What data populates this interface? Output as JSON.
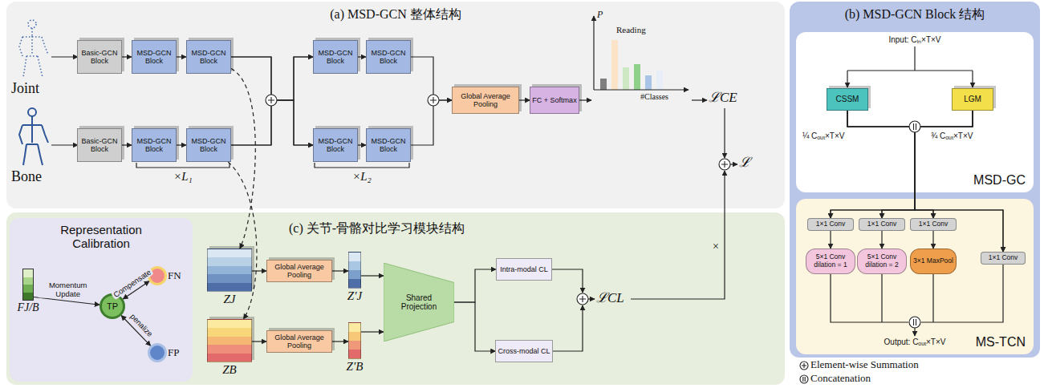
{
  "diagram": {
    "nodes": [
      {
        "text": [
          "(a) MSD-GCN 整体结构"
        ]
      },
      {
        "text": [
          "Basic-GCN Block"
        ],
        "in": 0
      },
      {
        "text": [
          "MSD-GCN Block"
        ],
        "in": 0
      },
      {
        "text": [
          "MSD-GCN Block"
        ],
        "in": 0
      },
      {
        "text": [
          "Basic-GCN Block"
        ],
        "in": 0
      },
      {
        "text": [
          "MSD-GCN Block"
        ],
        "in": 0
      },
      {
        "text": [
          "MSD-GCN Block"
        ],
        "in": 0
      },
      {
        "text": [
          "MSD-GCN Block"
        ],
        "in": 0
      },
      {
        "text": [
          "MSD-GCN Block"
        ],
        "in": 0
      },
      {
        "text": [
          "MSD-GCN Block"
        ],
        "in": 0
      },
      {
        "text": [
          "MSD-GCN Block"
        ],
        "in": 0
      },
      {
        "text": [
          "Global Average Pooling"
        ],
        "in": 0
      },
      {
        "text": [
          "FC + Softmax"
        ],
        "in": 0
      },
      {
        "text": [
          "(c) 关节-骨骼对比学习模块结构"
        ]
      },
      {
        "text": [
          "Representation Calibration"
        ],
        "in": 13
      },
      {
        "text": [
          "FJ/B"
        ],
        "in": 14
      },
      {
        "text": [
          "TP"
        ],
        "in": 14
      },
      {
        "text": [
          "FN"
        ],
        "in": 14
      },
      {
        "text": [
          "FP"
        ],
        "in": 14
      },
      {
        "text": [
          "ZJ"
        ],
        "in": 13
      },
      {
        "text": [
          "Global Average Pooling"
        ],
        "in": 13
      },
      {
        "text": [
          "Z′J"
        ],
        "in": 13
      },
      {
        "text": [
          "ZB"
        ],
        "in": 13
      },
      {
        "text": [
          "Global Average Pooling"
        ],
        "in": 13
      },
      {
        "text": [
          "Z′B"
        ],
        "in": 13
      },
      {
        "text": [
          "Shared Projection"
        ],
        "in": 13
      },
      {
        "text": [
          "Intra-modal CL"
        ],
        "in": 13
      },
      {
        "text": [
          "Cross-modal CL"
        ],
        "in": 13
      },
      {
        "text": [
          "(b) MSD-GCN Block 结构"
        ]
      },
      {
        "text": [
          "MSD-GC"
        ],
        "in": 28
      },
      {
        "text": [
          "CSSM"
        ],
        "in": 29
      },
      {
        "text": [
          "LGM"
        ],
        "in": 29
      },
      {
        "text": [
          "MS-TCN"
        ],
        "in": 28
      },
      {
        "text": [
          "1×1 Conv"
        ],
        "in": 32
      },
      {
        "text": [
          "1×1 Conv"
        ],
        "in": 32
      },
      {
        "text": [
          "1×1 Conv"
        ],
        "in": 32
      },
      {
        "text": [
          "1×1 Conv"
        ],
        "in": 32
      },
      {
        "text": [
          "5×1 Conv dilation = 1"
        ],
        "in": 32
      },
      {
        "text": [
          "5×1 Conv dilation = 2"
        ],
        "in": 32
      },
      {
        "text": [
          "3×1 MaxPool"
        ],
        "in": 32
      }
    ],
    "edges": [
      {
        "from": 1,
        "to": 2,
        "arrow": "to"
      },
      {
        "from": 2,
        "to": 3,
        "arrow": "to"
      },
      {
        "from": 3,
        "to": 7,
        "arrow": "to"
      },
      {
        "from": 3,
        "to": 9,
        "arrow": "to"
      },
      {
        "from": 4,
        "to": 5,
        "arrow": "to"
      },
      {
        "from": 5,
        "to": 6,
        "arrow": "to"
      },
      {
        "from": 6,
        "to": 7,
        "arrow": "to"
      },
      {
        "from": 6,
        "to": 9,
        "arrow": "to"
      },
      {
        "from": 7,
        "to": 8,
        "arrow": "to"
      },
      {
        "from": 9,
        "to": 10,
        "arrow": "to"
      },
      {
        "from": 8,
        "to": 11,
        "arrow": "to"
      },
      {
        "from": 10,
        "to": 11,
        "arrow": "to"
      },
      {
        "from": 11,
        "to": 12,
        "arrow": "to"
      },
      {
        "from": 3,
        "to": 19,
        "arrow": "to"
      },
      {
        "from": 6,
        "to": 22,
        "arrow": "to"
      },
      {
        "from": 15,
        "to": 16,
        "label": "Momentum Update",
        "arrow": "to"
      },
      {
        "from": 16,
        "to": 17,
        "label": "Compensate",
        "arrow": "both"
      },
      {
        "from": 16,
        "to": 18,
        "label": "penalize",
        "arrow": "both"
      },
      {
        "from": 19,
        "to": 20,
        "arrow": "to"
      },
      {
        "from": 20,
        "to": 21,
        "arrow": "to"
      },
      {
        "from": 22,
        "to": 23,
        "arrow": "to"
      },
      {
        "from": 23,
        "to": 24,
        "arrow": "to"
      },
      {
        "from": 21,
        "to": 25,
        "arrow": "to"
      },
      {
        "from": 24,
        "to": 25,
        "arrow": "to"
      },
      {
        "from": 25,
        "to": 26,
        "arrow": "to"
      },
      {
        "from": 25,
        "to": 27,
        "arrow": "to"
      },
      {
        "from": 30,
        "to": 33,
        "arrow": "to"
      },
      {
        "from": 30,
        "to": 34,
        "arrow": "to"
      },
      {
        "from": 30,
        "to": 35,
        "arrow": "to"
      },
      {
        "from": 30,
        "to": 36,
        "arrow": "to"
      },
      {
        "from": 31,
        "to": 33,
        "arrow": "to"
      },
      {
        "from": 31,
        "to": 34,
        "arrow": "to"
      },
      {
        "from": 31,
        "to": 35,
        "arrow": "to"
      },
      {
        "from": 31,
        "to": 36,
        "arrow": "to"
      },
      {
        "from": 33,
        "to": 37,
        "arrow": "to"
      },
      {
        "from": 34,
        "to": 38,
        "arrow": "to"
      },
      {
        "from": 35,
        "to": 39,
        "arrow": "to"
      }
    ],
    "labels": [
      "Joint",
      "Bone",
      "×L₁",
      "×L₂",
      "P",
      "Reading",
      "#Classes",
      "ℒCE",
      "×",
      "ℒ",
      "ℒCL",
      "Input: Cᵢₙ×T×V",
      "¼ Cₒᵤₜ×T×V",
      "¾ Cₒᵤₜ×T×V",
      "Output: Cₒᵤₜ×T×V"
    ],
    "legend": [
      {
        "text": "Element-wise Summation"
      },
      {
        "text": "Concatenation"
      }
    ]
  }
}
